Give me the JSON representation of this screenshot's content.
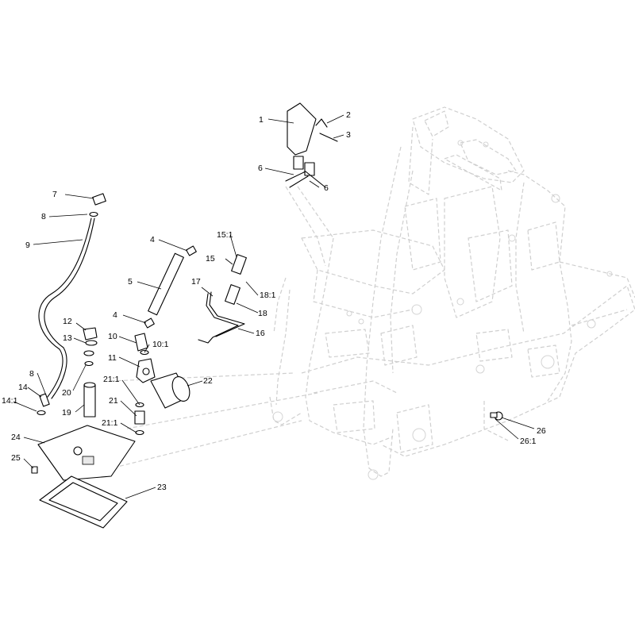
{
  "callouts": [
    {
      "id": "c1",
      "text": "1"
    },
    {
      "id": "c2",
      "text": "2"
    },
    {
      "id": "c3",
      "text": "3"
    },
    {
      "id": "c6a",
      "text": "6"
    },
    {
      "id": "c6b",
      "text": "6"
    },
    {
      "id": "c7",
      "text": "7"
    },
    {
      "id": "c8a",
      "text": "8"
    },
    {
      "id": "c9",
      "text": "9"
    },
    {
      "id": "c4a",
      "text": "4"
    },
    {
      "id": "c5",
      "text": "5"
    },
    {
      "id": "c4b",
      "text": "4"
    },
    {
      "id": "c15_1",
      "text": "15:1"
    },
    {
      "id": "c15",
      "text": "15"
    },
    {
      "id": "c17",
      "text": "17"
    },
    {
      "id": "c18_1",
      "text": "18:1"
    },
    {
      "id": "c18",
      "text": "18"
    },
    {
      "id": "c16",
      "text": "16"
    },
    {
      "id": "c12",
      "text": "12"
    },
    {
      "id": "c13",
      "text": "13"
    },
    {
      "id": "c10",
      "text": "10"
    },
    {
      "id": "c10_1",
      "text": "10:1"
    },
    {
      "id": "c11",
      "text": "11"
    },
    {
      "id": "c21_1a",
      "text": "21:1"
    },
    {
      "id": "c22",
      "text": "22"
    },
    {
      "id": "c8b",
      "text": "8"
    },
    {
      "id": "c20",
      "text": "20"
    },
    {
      "id": "c14",
      "text": "14"
    },
    {
      "id": "c14_1",
      "text": "14:1"
    },
    {
      "id": "c19",
      "text": "19"
    },
    {
      "id": "c21",
      "text": "21"
    },
    {
      "id": "c21_1b",
      "text": "21:1"
    },
    {
      "id": "c24",
      "text": "24"
    },
    {
      "id": "c25",
      "text": "25"
    },
    {
      "id": "c23",
      "text": "23"
    },
    {
      "id": "c26",
      "text": "26"
    },
    {
      "id": "c26_1",
      "text": "26:1"
    }
  ]
}
